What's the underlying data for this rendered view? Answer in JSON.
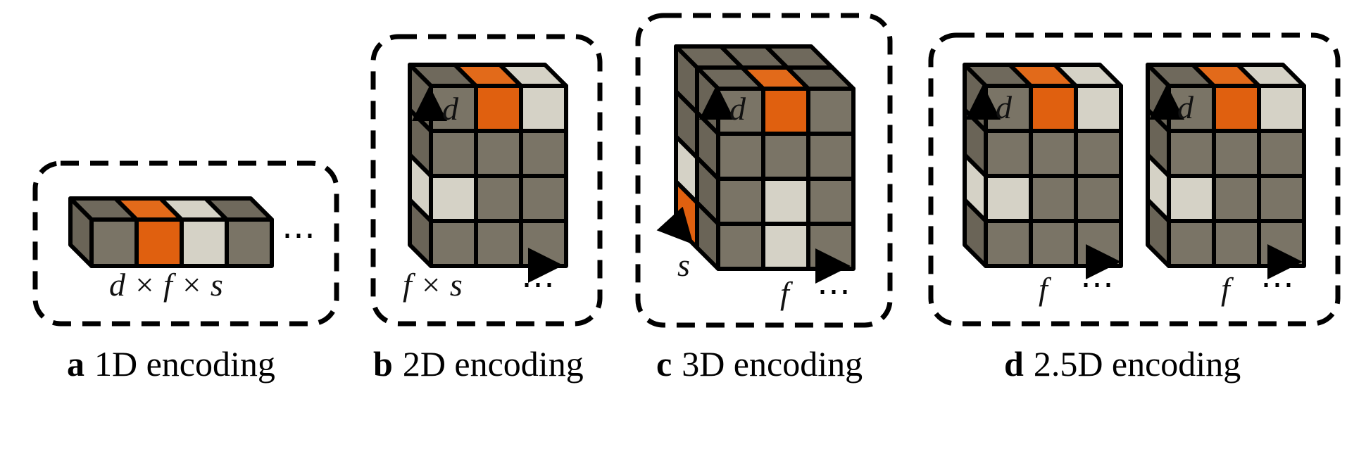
{
  "colors": {
    "cell_gray": "#7a7466",
    "cell_top_gray": "#6f695c",
    "cell_side_gray": "#6a6457",
    "orange": "#e0600f",
    "orange_top": "#e26a1a",
    "light": "#d5d2c6",
    "stroke": "#000000"
  },
  "panels": {
    "a": {
      "letter": "a",
      "caption": "1D encoding",
      "dim_label": "d × f × s",
      "dots": "⋯"
    },
    "b": {
      "letter": "b",
      "caption": "2D encoding",
      "axis_d": "d",
      "dim_label": "f × s",
      "dots": "⋯"
    },
    "c": {
      "letter": "c",
      "caption": "3D encoding",
      "axis_d": "d",
      "axis_s": "s",
      "axis_f": "f",
      "dots": "⋯"
    },
    "d": {
      "letter": "d",
      "caption": "2.5D encoding",
      "axis_d": "d",
      "axis_f": "f",
      "dots": "⋯"
    }
  }
}
